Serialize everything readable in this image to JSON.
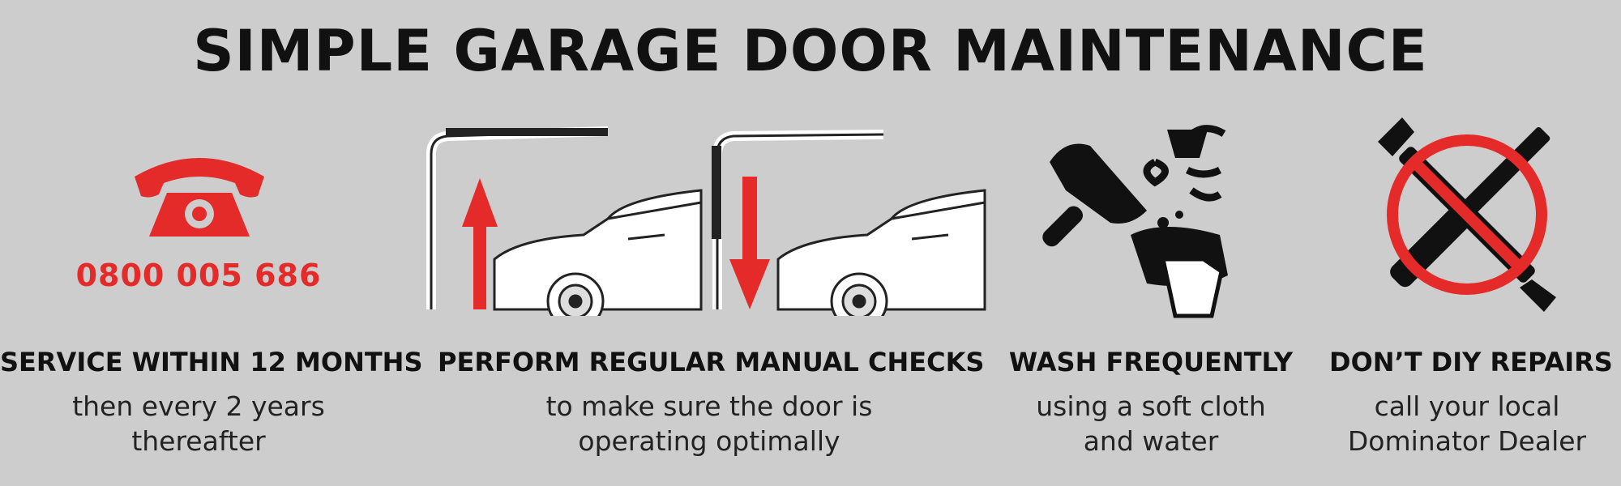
{
  "title": "SIMPLE GARAGE DOOR MAINTENANCE",
  "accent_color": "#e52a2a",
  "sections": [
    {
      "icon": "telephone-icon",
      "phone": "0800 005 686",
      "heading": "SERVICE WITHIN 12 MONTHS",
      "sub_line1": "then every 2 years",
      "sub_line2": "thereafter"
    },
    {
      "icon": "garage-door-open-close-illustration",
      "heading": "PERFORM REGULAR MANUAL CHECKS",
      "sub_line1": "to make sure the door is",
      "sub_line2": "operating optimally"
    },
    {
      "icon": "cleaning-tools-icon",
      "heading": "WASH FREQUENTLY",
      "sub_line1": "using a soft cloth",
      "sub_line2": "and water"
    },
    {
      "icon": "no-tools-icon",
      "heading": "DON’T DIY REPAIRS",
      "sub_line1": "call your local",
      "sub_line2": "Dominator Dealer"
    }
  ]
}
